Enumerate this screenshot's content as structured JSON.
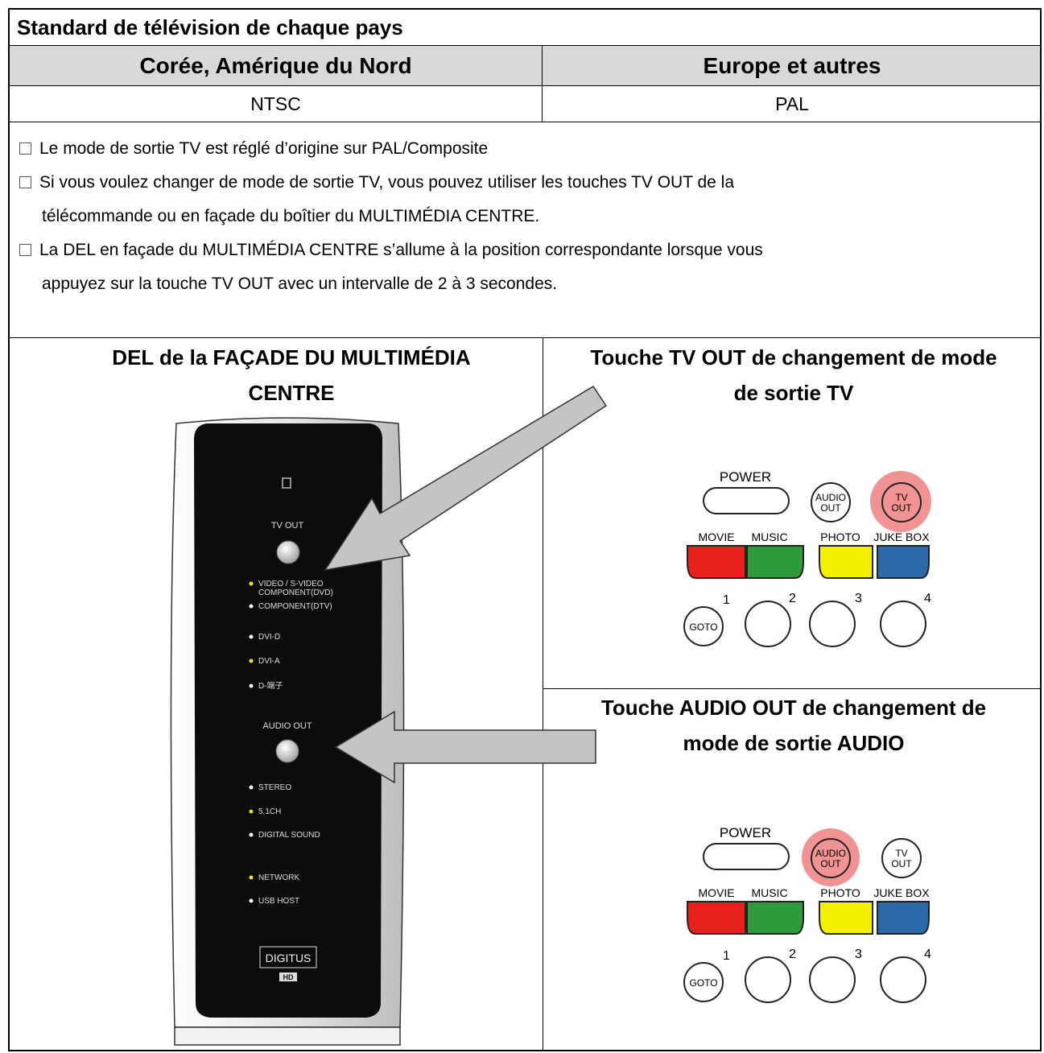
{
  "table": {
    "title": "Standard de télévision de chaque pays",
    "columns": [
      "Corée, Amérique du Nord",
      "Europe et autres"
    ],
    "values": [
      "NTSC",
      "PAL"
    ]
  },
  "notes": [
    {
      "line1": "Le mode de sortie TV est réglé d’origine sur PAL/Composite",
      "line2": ""
    },
    {
      "line1": "Si vous voulez changer de mode de sortie TV, vous pouvez utiliser les touches TV OUT de la",
      "line2": "télécommande ou en façade du boîtier du MULTIMÉDIA CENTRE."
    },
    {
      "line1": "La DEL en façade du MULTIMÉDIA CENTRE s’allume à la position correspondante lorsque vous",
      "line2": "appuyez sur la touche TV OUT avec un intervalle de 2 à 3 secondes."
    }
  ],
  "diagram": {
    "left_heading_1": "DEL de la FAÇADE DU MULTIMÉDIA",
    "left_heading_2": "CENTRE",
    "right_heading_top_1": "Touche TV OUT de changement de mode",
    "right_heading_top_2": "de sortie TV",
    "right_heading_bottom_1": "Touche AUDIO OUT de changement de",
    "right_heading_bottom_2": "mode de sortie AUDIO",
    "device": {
      "tv_out_label": "TV OUT",
      "tv_leds": [
        "VIDEO / S-VIDEO",
        "COMPONENT(DVD)",
        "COMPONENT(DTV)",
        "DVI-D",
        "DVI-A",
        "D-端子"
      ],
      "audio_out_label": "AUDIO OUT",
      "audio_leds": [
        "STEREO",
        "5.1CH",
        "DIGITAL SOUND"
      ],
      "other_leds": [
        "NETWORK",
        "USB HOST"
      ],
      "brand": "DIGITUS",
      "badge": "HD"
    },
    "remote": {
      "power": "POWER",
      "audio_top": "AUDIO",
      "audio_bottom": "OUT",
      "tv_top": "TV",
      "tv_bottom": "OUT",
      "color_labels": [
        "MOVIE",
        "MUSIC",
        "PHOTO",
        "JUKE BOX"
      ],
      "numbers": [
        "1",
        "2",
        "3",
        "4"
      ],
      "goto": "GOTO"
    },
    "colors": {
      "red": "#e8211d",
      "green": "#2e9a3b",
      "yellow": "#f5f000",
      "blue": "#2a6aa8",
      "highlight": "#f08080",
      "led_yellow": "#e6e63a"
    }
  }
}
